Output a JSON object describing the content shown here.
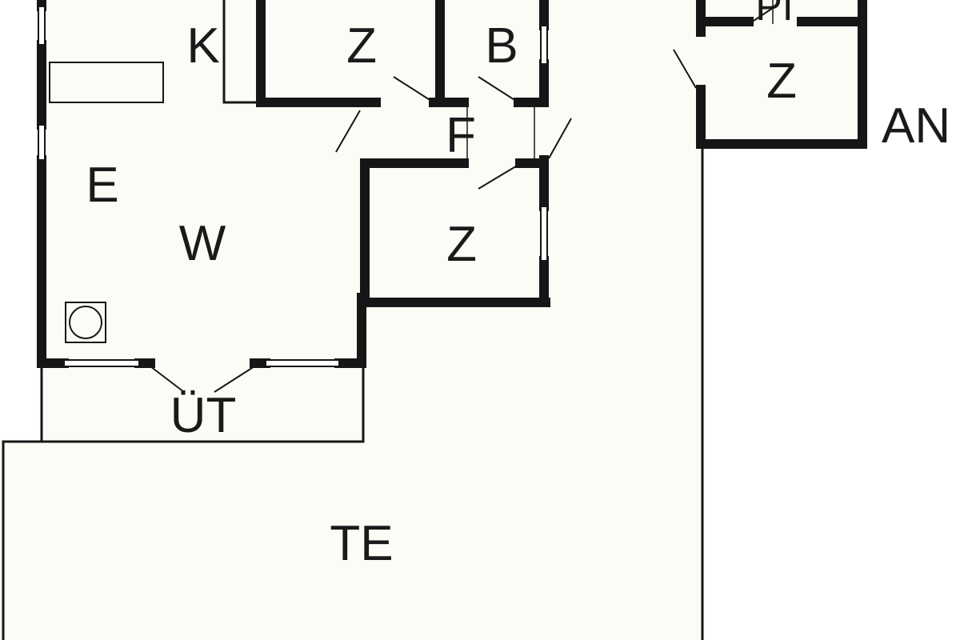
{
  "floor_plan": {
    "colors": {
      "background": "#ffffff",
      "floor": "#fbfcf6",
      "wall": "#161616"
    },
    "rooms": {
      "kitchen": "K",
      "room_top": "Z",
      "bathroom": "B",
      "dining": "E",
      "living": "W",
      "hallway": "F",
      "room_middle": "Z",
      "exit": "ÜT",
      "terrace": "TE",
      "annex_top": "PI",
      "annex_room": "Z",
      "annex": "AN"
    },
    "fixtures": {
      "stove": "stove-icon"
    }
  }
}
